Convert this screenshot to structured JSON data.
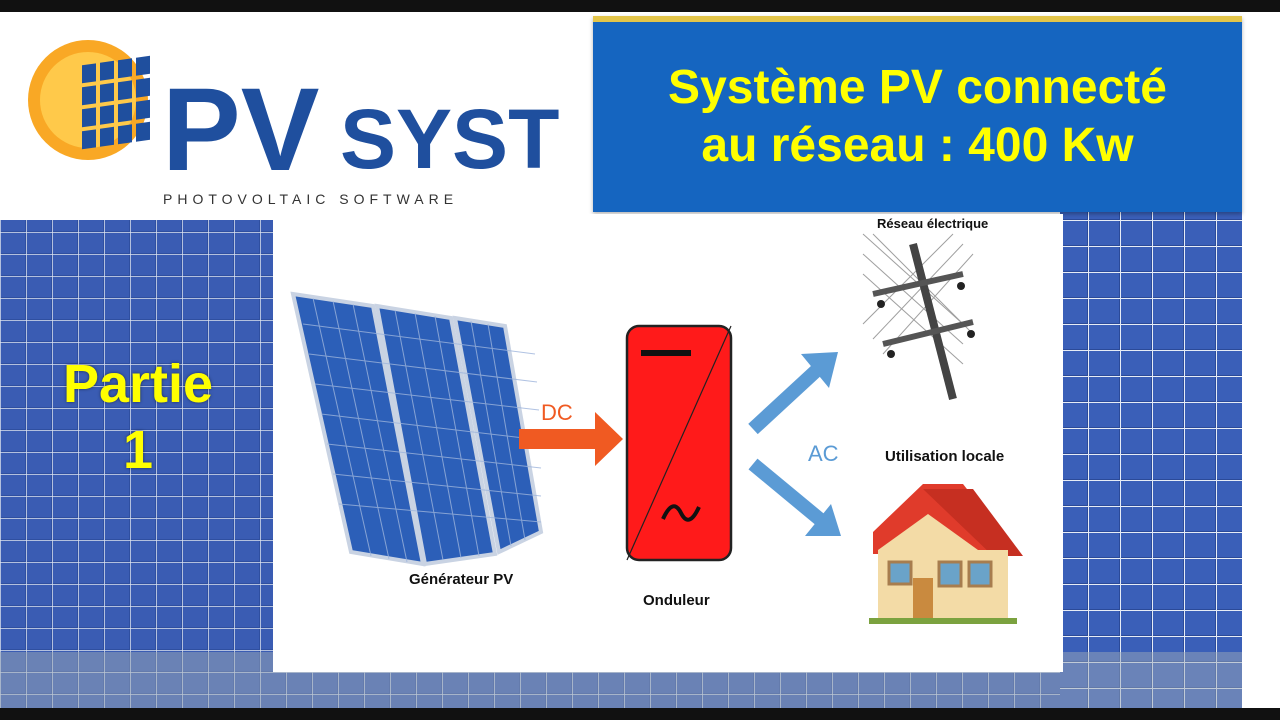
{
  "logo": {
    "name": "PVSYST",
    "tagline": "PHOTOVOLTAIC SOFTWARE"
  },
  "title": {
    "line1": "Système PV connecté",
    "line2": "au réseau : 400 Kw"
  },
  "partie": {
    "word": "Partie",
    "number": "1"
  },
  "diagram": {
    "generator_label": "Générateur PV",
    "inverter_label": "Onduleur",
    "dc_label": "DC",
    "ac_label": "AC",
    "grid_label": "Réseau électrique",
    "local_label": "Utilisation locale"
  },
  "colors": {
    "title_bg": "#1565c0",
    "title_text": "#ffff00",
    "inverter": "#ff1a1a",
    "dc_arrow": "#f05a22",
    "ac_arrow": "#5b9bd5",
    "roof": "#e03b2b"
  }
}
